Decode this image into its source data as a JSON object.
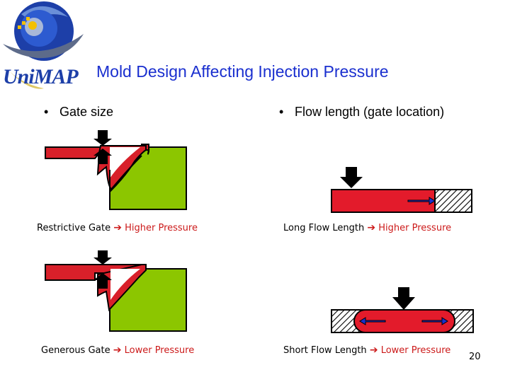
{
  "logo": {
    "text": "UniMAP"
  },
  "title": "Mold Design Affecting Injection Pressure",
  "left": {
    "bullet": "Gate size",
    "captions": [
      {
        "prefix": "Restrictive Gate",
        "result": "Higher Pressure"
      },
      {
        "prefix": "Generous Gate",
        "result": "Lower Pressure"
      }
    ]
  },
  "right": {
    "bullet": "Flow length (gate location)",
    "captions": [
      {
        "prefix": "Long Flow Length",
        "result": "Higher Pressure"
      },
      {
        "prefix": "Short Flow Length",
        "result": "Lower Pressure"
      }
    ]
  },
  "page_number": "20",
  "colors": {
    "title": "#1a2fcf",
    "runner": "#d8202a",
    "cavity": "#8cc600",
    "arrow": "#cc1a1a"
  }
}
